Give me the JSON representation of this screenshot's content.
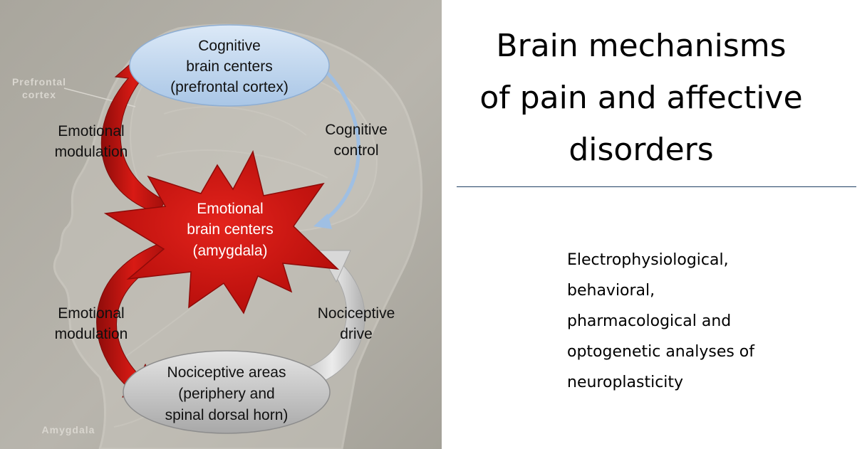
{
  "figure": {
    "background_labels": {
      "prefrontal_cortex": [
        "Prefrontal",
        "cortex"
      ],
      "amygdala": "Amygdala"
    },
    "nodes": {
      "cognitive": [
        "Cognitive",
        "brain centers",
        "(prefrontal cortex)"
      ],
      "emotional": [
        "Emotional",
        "brain centers",
        "(amygdala)"
      ],
      "nociceptive": [
        "Nociceptive areas",
        "(periphery and",
        "spinal dorsal horn)"
      ]
    },
    "edges": {
      "emotional_modulation_upper": [
        "Emotional",
        "modulation"
      ],
      "cognitive_control": [
        "Cognitive",
        "control"
      ],
      "emotional_modulation_lower": [
        "Emotional",
        "modulation"
      ],
      "nociceptive_drive": [
        "Nociceptive",
        "drive"
      ]
    },
    "colors": {
      "cognitive_fill": "#bcd3ec",
      "emotional_fill": "#d3120e",
      "nociceptive_fill": "#c9c9c9",
      "modulation_arrow": "#c4120f",
      "control_arrow": "#9fbfe3",
      "drive_arrow": "#cfcfcf"
    }
  },
  "title": [
    "Brain mechanisms",
    "of pain and affective",
    "disorders"
  ],
  "subtitle": [
    "Electrophysiological,",
    "behavioral,",
    "pharmacological and",
    "optogenetic analyses of",
    "neuroplasticity"
  ]
}
